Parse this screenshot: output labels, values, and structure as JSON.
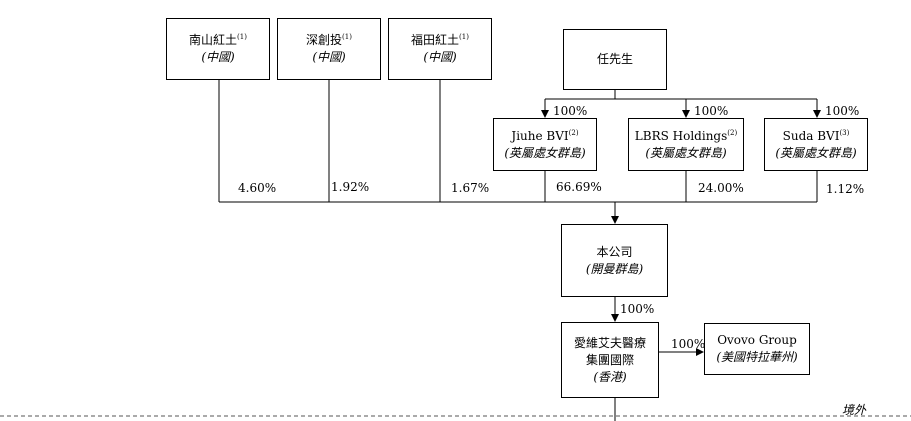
{
  "shareholders": [
    {
      "name": "南山紅土",
      "note": "(1)",
      "jurisdiction": "(中國)",
      "percent": "4.60%"
    },
    {
      "name": "深創投",
      "note": "(1)",
      "jurisdiction": "(中國)",
      "percent": "1.92%"
    },
    {
      "name": "福田紅土",
      "note": "(1)",
      "jurisdiction": "(中國)",
      "percent": "1.67%"
    }
  ],
  "controller": {
    "name": "任先生"
  },
  "bvis": [
    {
      "name": "Jiuhe BVI",
      "note": "(2)",
      "jurisdiction": "(英屬處女群島)",
      "ownership": "100%",
      "percent": "66.69%"
    },
    {
      "name": "LBRS Holdings",
      "note": "(2)",
      "jurisdiction": "(英屬處女群島)",
      "ownership": "100%",
      "percent": "24.00%"
    },
    {
      "name": "Suda BVI",
      "note": "(3)",
      "jurisdiction": "(英屬處女群島)",
      "ownership": "100%",
      "percent": "1.12%"
    }
  ],
  "company": {
    "name": "本公司",
    "jurisdiction": "(開曼群島)"
  },
  "hk_sub": {
    "ownership": "100%",
    "name_line1": "愛維艾夫醫療",
    "name_line2": "集團國際",
    "jurisdiction": "(香港)"
  },
  "us_sub": {
    "ownership": "100%",
    "name": "Ovovo Group",
    "jurisdiction": "(美國特拉華州)"
  },
  "offshore_label": "境外"
}
